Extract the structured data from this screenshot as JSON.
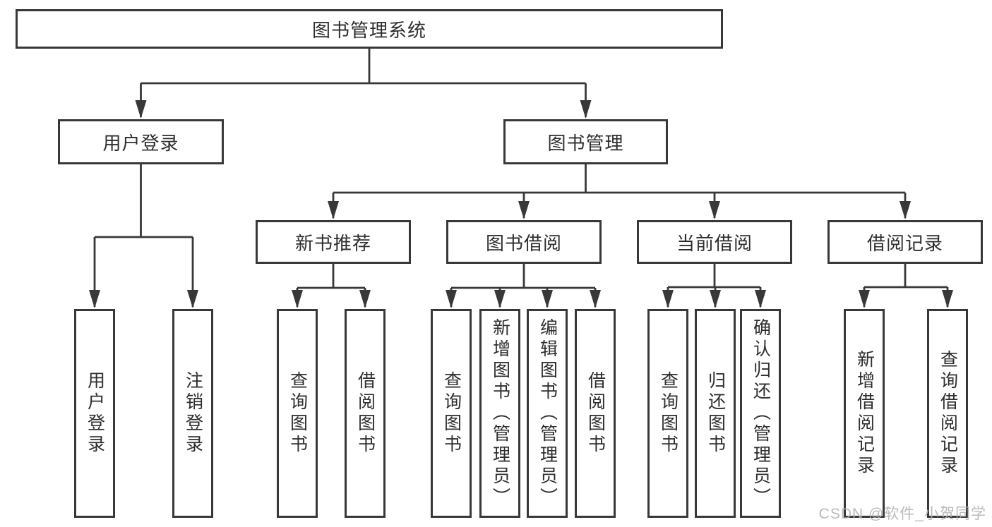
{
  "colors": {
    "line": "#383838",
    "text": "#2d2d2d",
    "background": "#ffffff",
    "watermark": "#b3b3b3"
  },
  "watermark": "CSDN @软件_小贺同学",
  "tree": {
    "root": {
      "label": "图书管理系统"
    },
    "user_login": {
      "label": "用户登录",
      "leaves": [
        "用户登录",
        "注销登录"
      ]
    },
    "book_mgmt": {
      "label": "图书管理"
    },
    "new_books": {
      "label": "新书推荐",
      "leaves": [
        "查询图书",
        "借阅图书"
      ]
    },
    "book_borrow": {
      "label": "图书借阅",
      "leaves": [
        "查询图书",
        "新增图书（管理员）",
        "编辑图书（管理员）",
        "借阅图书"
      ]
    },
    "current_borrow": {
      "label": "当前借阅",
      "leaves": [
        "查询图书",
        "归还图书",
        "确认归还（管理员）"
      ]
    },
    "borrow_records": {
      "label": "借阅记录",
      "leaves": [
        "新增借阅记录",
        "查询借阅记录"
      ]
    }
  }
}
